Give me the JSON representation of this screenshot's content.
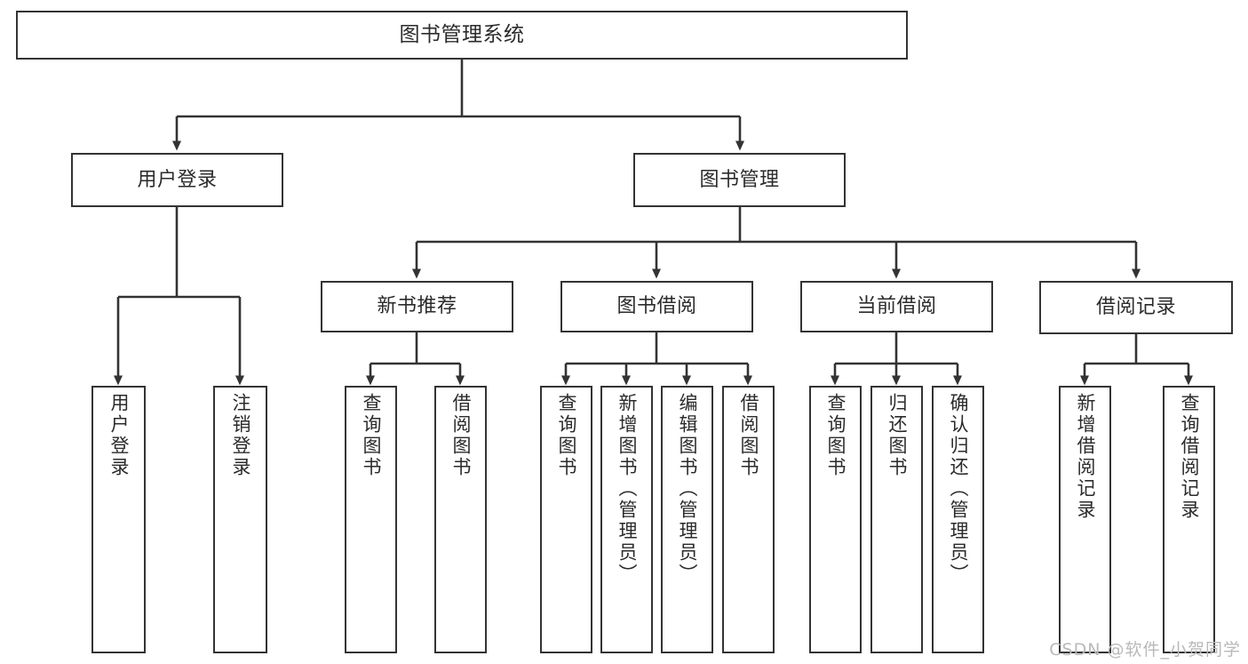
{
  "diagram": {
    "title": "图书管理系统",
    "type": "tree-hierarchy",
    "watermark": "CSDN @软件_小贺同学",
    "colors": {
      "stroke": "#333333",
      "fill": "#ffffff",
      "text": "#2b2b2b",
      "watermark": "#b9b9b9"
    }
  },
  "nodes": {
    "root": {
      "label": "图书管理系统"
    },
    "level2": [
      {
        "id": "user-login",
        "label": "用户登录"
      },
      {
        "id": "book-manage",
        "label": "图书管理"
      }
    ],
    "level3": [
      {
        "id": "new-book-rec",
        "label": "新书推荐"
      },
      {
        "id": "book-borrow",
        "label": "图书借阅"
      },
      {
        "id": "current-borrow",
        "label": "当前借阅"
      },
      {
        "id": "borrow-record",
        "label": "借阅记录"
      }
    ],
    "leaves": {
      "user_login": [
        {
          "id": "leaf-user-login",
          "label": "用户登录"
        },
        {
          "id": "leaf-logout",
          "label": "注销登录"
        }
      ],
      "new_book_rec": [
        {
          "id": "leaf-query-book-1",
          "label": "查询图书"
        },
        {
          "id": "leaf-borrow-book-1",
          "label": "借阅图书"
        }
      ],
      "book_borrow": [
        {
          "id": "leaf-query-book-2",
          "label": "查询图书"
        },
        {
          "id": "leaf-add-book",
          "label": "新增图书（管理员）"
        },
        {
          "id": "leaf-edit-book",
          "label": "编辑图书（管理员）"
        },
        {
          "id": "leaf-borrow-book-2",
          "label": "借阅图书"
        }
      ],
      "current_borrow": [
        {
          "id": "leaf-query-book-3",
          "label": "查询图书"
        },
        {
          "id": "leaf-return-book",
          "label": "归还图书"
        },
        {
          "id": "leaf-confirm-return",
          "label": "确认归还（管理员）"
        }
      ],
      "borrow_record": [
        {
          "id": "leaf-add-record",
          "label": "新增借阅记录"
        },
        {
          "id": "leaf-query-record",
          "label": "查询借阅记录"
        }
      ]
    }
  }
}
